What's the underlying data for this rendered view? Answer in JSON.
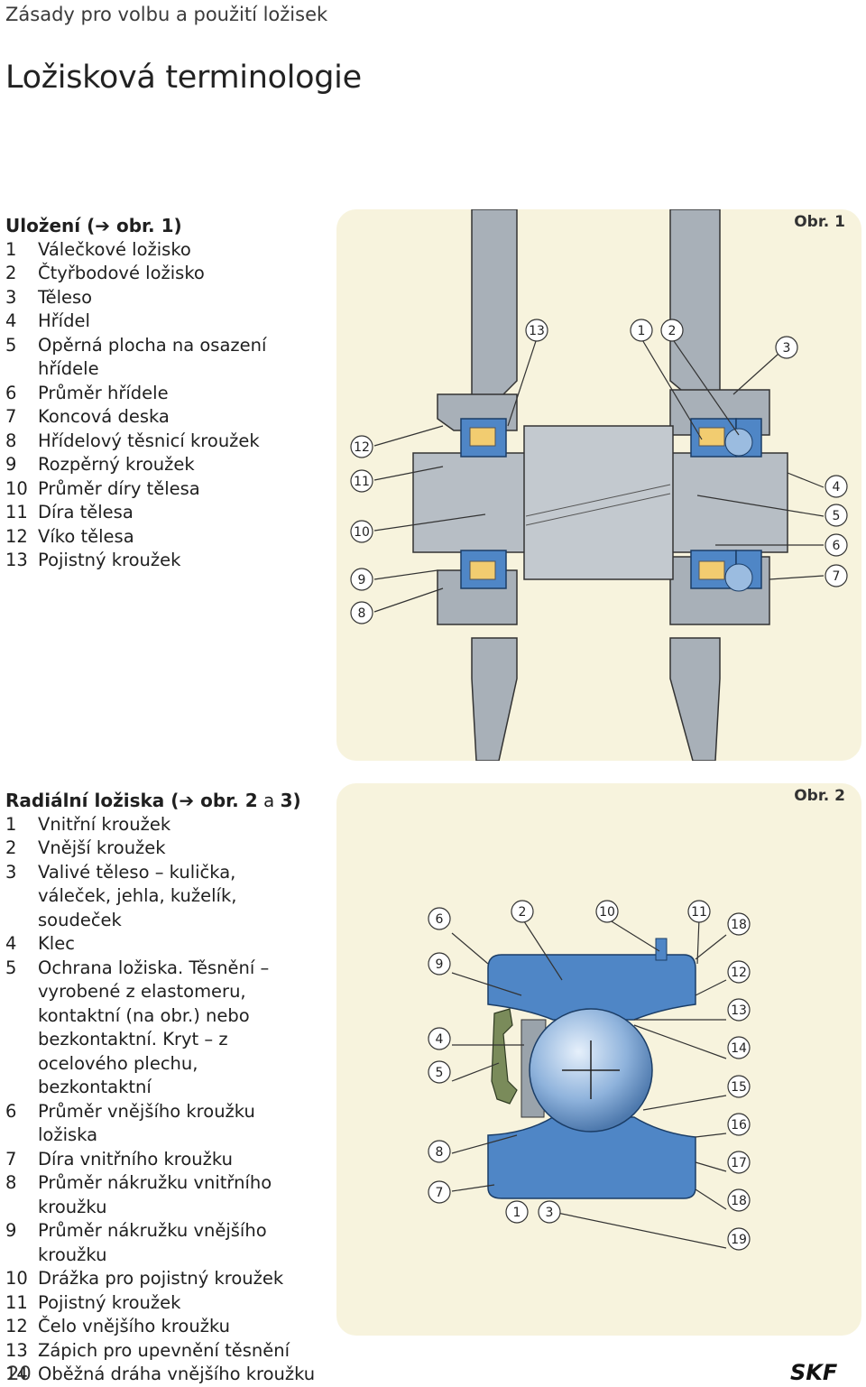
{
  "header": {
    "running_head": "Zásady pro volbu a použití ložisek",
    "title": "Ložisková terminologie"
  },
  "section1": {
    "heading_prefix": "Uložení (",
    "heading_ref": "obr. 1)",
    "items": [
      {
        "n": "1",
        "t": "Válečkové ložisko"
      },
      {
        "n": "2",
        "t": "Čtyřbodové ložisko"
      },
      {
        "n": "3",
        "t": "Těleso"
      },
      {
        "n": "4",
        "t": "Hřídel"
      },
      {
        "n": "5",
        "t": "Opěrná plocha na osazení hřídele"
      },
      {
        "n": "6",
        "t": "Průměr hřídele"
      },
      {
        "n": "7",
        "t": "Koncová deska"
      },
      {
        "n": "8",
        "t": "Hřídelový těsnicí kroužek"
      },
      {
        "n": "9",
        "t": "Rozpěrný kroužek"
      },
      {
        "n": "10",
        "t": "Průměr díry tělesa"
      },
      {
        "n": "11",
        "t": "Díra tělesa"
      },
      {
        "n": "12",
        "t": "Víko tělesa"
      },
      {
        "n": "13",
        "t": "Pojistný kroužek"
      }
    ]
  },
  "figure1": {
    "label": "Obr. 1",
    "callouts": [
      "13",
      "1",
      "2",
      "3",
      "12",
      "11",
      "10",
      "9",
      "8",
      "4",
      "5",
      "6",
      "7"
    ]
  },
  "section2": {
    "heading_prefix": "Radiální ložiska (",
    "heading_ref": "obr. 2",
    "heading_mid": " a ",
    "heading_ref2": "3)",
    "items": [
      {
        "n": "1",
        "t": "Vnitřní kroužek"
      },
      {
        "n": "2",
        "t": "Vnější kroužek"
      },
      {
        "n": "3",
        "t": "Valivé těleso – kulička, váleček, jehla, kuželík, soudeček"
      },
      {
        "n": "4",
        "t": "Klec"
      },
      {
        "n": "5",
        "t": "Ochrana ložiska. Těsnění – vyrobené z elastomeru, kontaktní (na obr.) nebo bezkontaktní. Kryt – z ocelového plechu, bezkontaktní"
      },
      {
        "n": "6",
        "t": "Průměr vnějšího kroužku ložiska"
      },
      {
        "n": "7",
        "t": "Díra vnitřního kroužku"
      },
      {
        "n": "8",
        "t": "Průměr nákružku vnitřního kroužku"
      },
      {
        "n": "9",
        "t": "Průměr nákružku vnějšího kroužku"
      },
      {
        "n": "10",
        "t": "Drážka pro pojistný kroužek"
      },
      {
        "n": "11",
        "t": "Pojistný kroužek"
      },
      {
        "n": "12",
        "t": "Čelo vnějšího kroužku"
      },
      {
        "n": "13",
        "t": "Zápich pro upevnění těsnění"
      },
      {
        "n": "14",
        "t": "Oběžná dráha vnějšího kroužku"
      }
    ]
  },
  "figure2": {
    "label": "Obr. 2",
    "callouts": [
      "6",
      "2",
      "10",
      "11",
      "18",
      "9",
      "12",
      "13",
      "4",
      "14",
      "5",
      "15",
      "16",
      "8",
      "17",
      "7",
      "1",
      "3",
      "18",
      "19"
    ]
  },
  "footer": {
    "page_number": "20",
    "brand": "SKF"
  },
  "colors": {
    "panel_bg": "#f7f3dd",
    "bearing_blue": "#4f86c6",
    "steel_gray": "#9aa3ab"
  }
}
